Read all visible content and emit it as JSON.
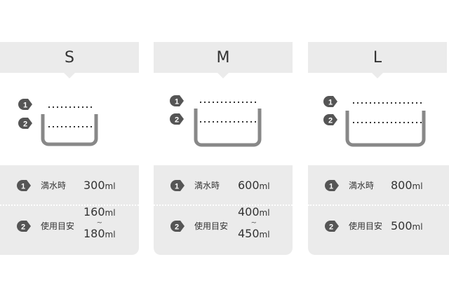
{
  "colors": {
    "panel": "#ebebeb",
    "text": "#333333",
    "marker": "#555555",
    "container": "#888888"
  },
  "cards": [
    {
      "size": "S",
      "full_label": "満水時",
      "full_value": "300",
      "guide_label": "使用目安",
      "guide_value_min": "160",
      "guide_value_max": "180",
      "tilde": "~",
      "unit": "ml"
    },
    {
      "size": "M",
      "full_label": "満水時",
      "full_value": "600",
      "guide_label": "使用目安",
      "guide_value_min": "400",
      "guide_value_max": "450",
      "tilde": "~",
      "unit": "ml"
    },
    {
      "size": "L",
      "full_label": "満水時",
      "full_value": "800",
      "guide_label": "使用目安",
      "guide_value": "500",
      "unit": "ml"
    }
  ],
  "markers": {
    "one": "1",
    "two": "2"
  }
}
